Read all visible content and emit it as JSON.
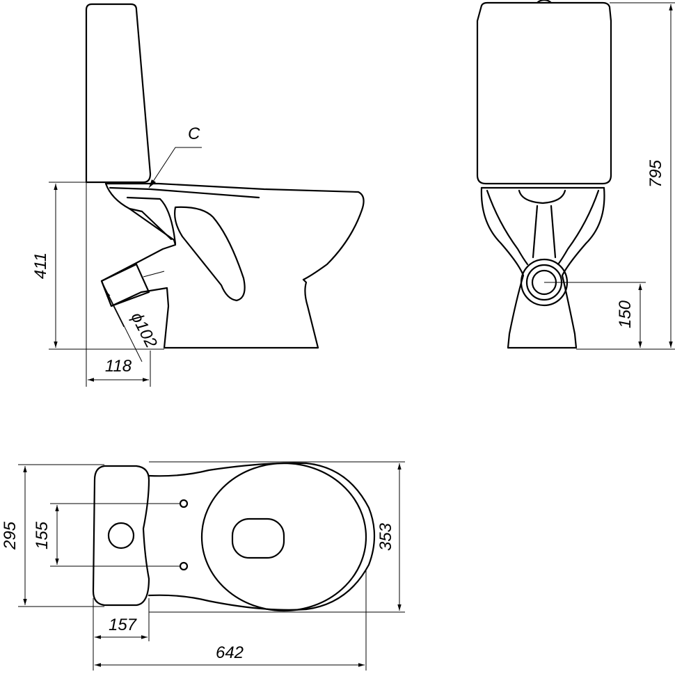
{
  "labels": {
    "dim_411": "411",
    "dim_118": "118",
    "dim_phi102": "ϕ102",
    "dim_795": "795",
    "dim_150": "150",
    "dim_295": "295",
    "dim_155": "155",
    "dim_353": "353",
    "dim_157": "157",
    "dim_642": "642",
    "section_c": "C"
  }
}
